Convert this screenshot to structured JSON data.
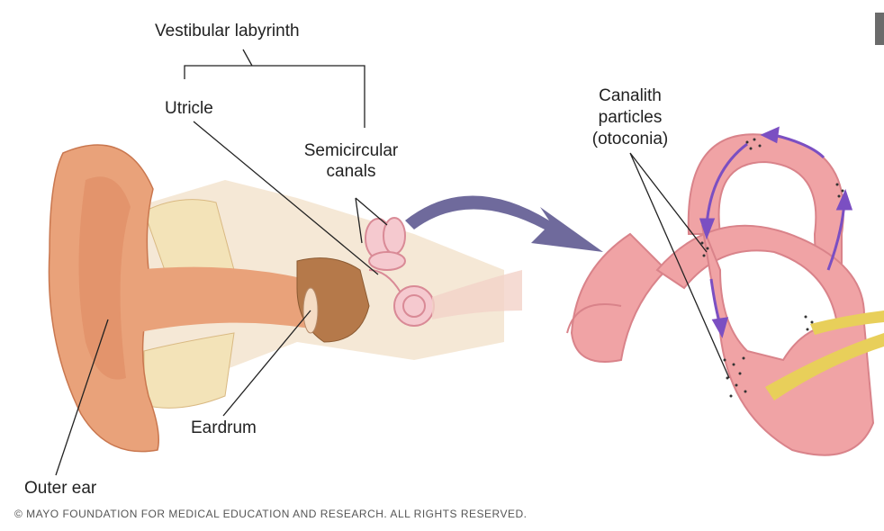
{
  "labels": {
    "vestibular_labyrinth": "Vestibular labyrinth",
    "utricle": "Utricle",
    "semicircular_canals_1": "Semicircular",
    "semicircular_canals_2": "canals",
    "canalith_1": "Canalith",
    "canalith_2": "particles",
    "canalith_3": "(otoconia)",
    "eardrum": "Eardrum",
    "outer_ear": "Outer ear"
  },
  "copyright": "© MAYO FOUNDATION FOR MEDICAL EDUCATION AND RESEARCH. ALL RIGHTS RESERVED.",
  "colors": {
    "skin": "#e9a27a",
    "bone": "#f3e3b8",
    "canal": "#ef9a9a",
    "arrow": "#6f6a9c",
    "particles_arrow": "#7b4fc2",
    "nerve": "#e8cf5a"
  }
}
